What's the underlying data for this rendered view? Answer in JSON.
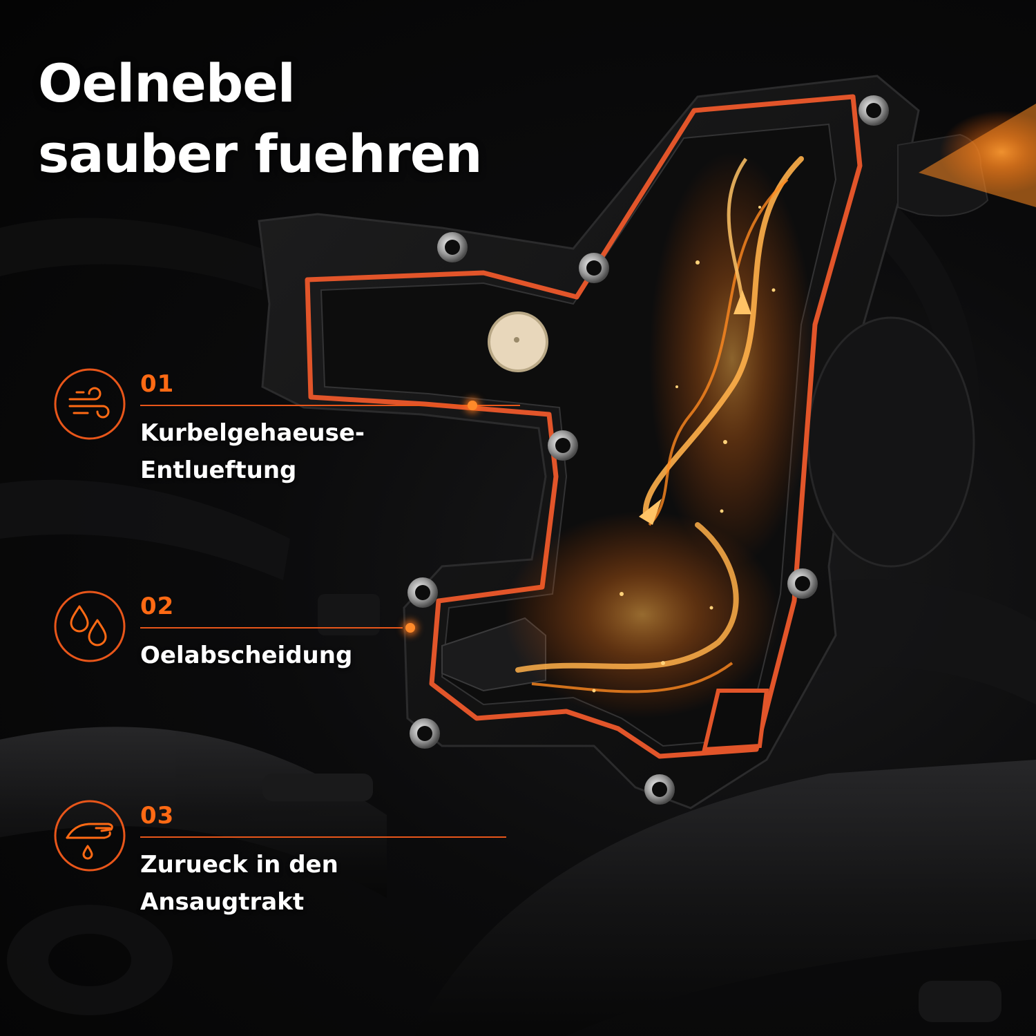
{
  "headline": {
    "line1": "Oelnebel",
    "line2": "sauber fuehren"
  },
  "colors": {
    "accent": "#ff6a14",
    "gasket": "#e2552a",
    "part": "#121212",
    "text": "#ffffff"
  },
  "features": [
    {
      "number": "01",
      "label": "Kurbelgehaeuse-\nEntlueftung",
      "icon": "wind-icon"
    },
    {
      "number": "02",
      "label": "Oelabscheidung",
      "icon": "oil-drops-icon"
    },
    {
      "number": "03",
      "label": "Zurueck in den\nAnsaugtrakt",
      "icon": "hand-drip-icon"
    }
  ],
  "product": {
    "name": "oil-separator-valve",
    "image_type": "product-photo-on-engine-background"
  }
}
